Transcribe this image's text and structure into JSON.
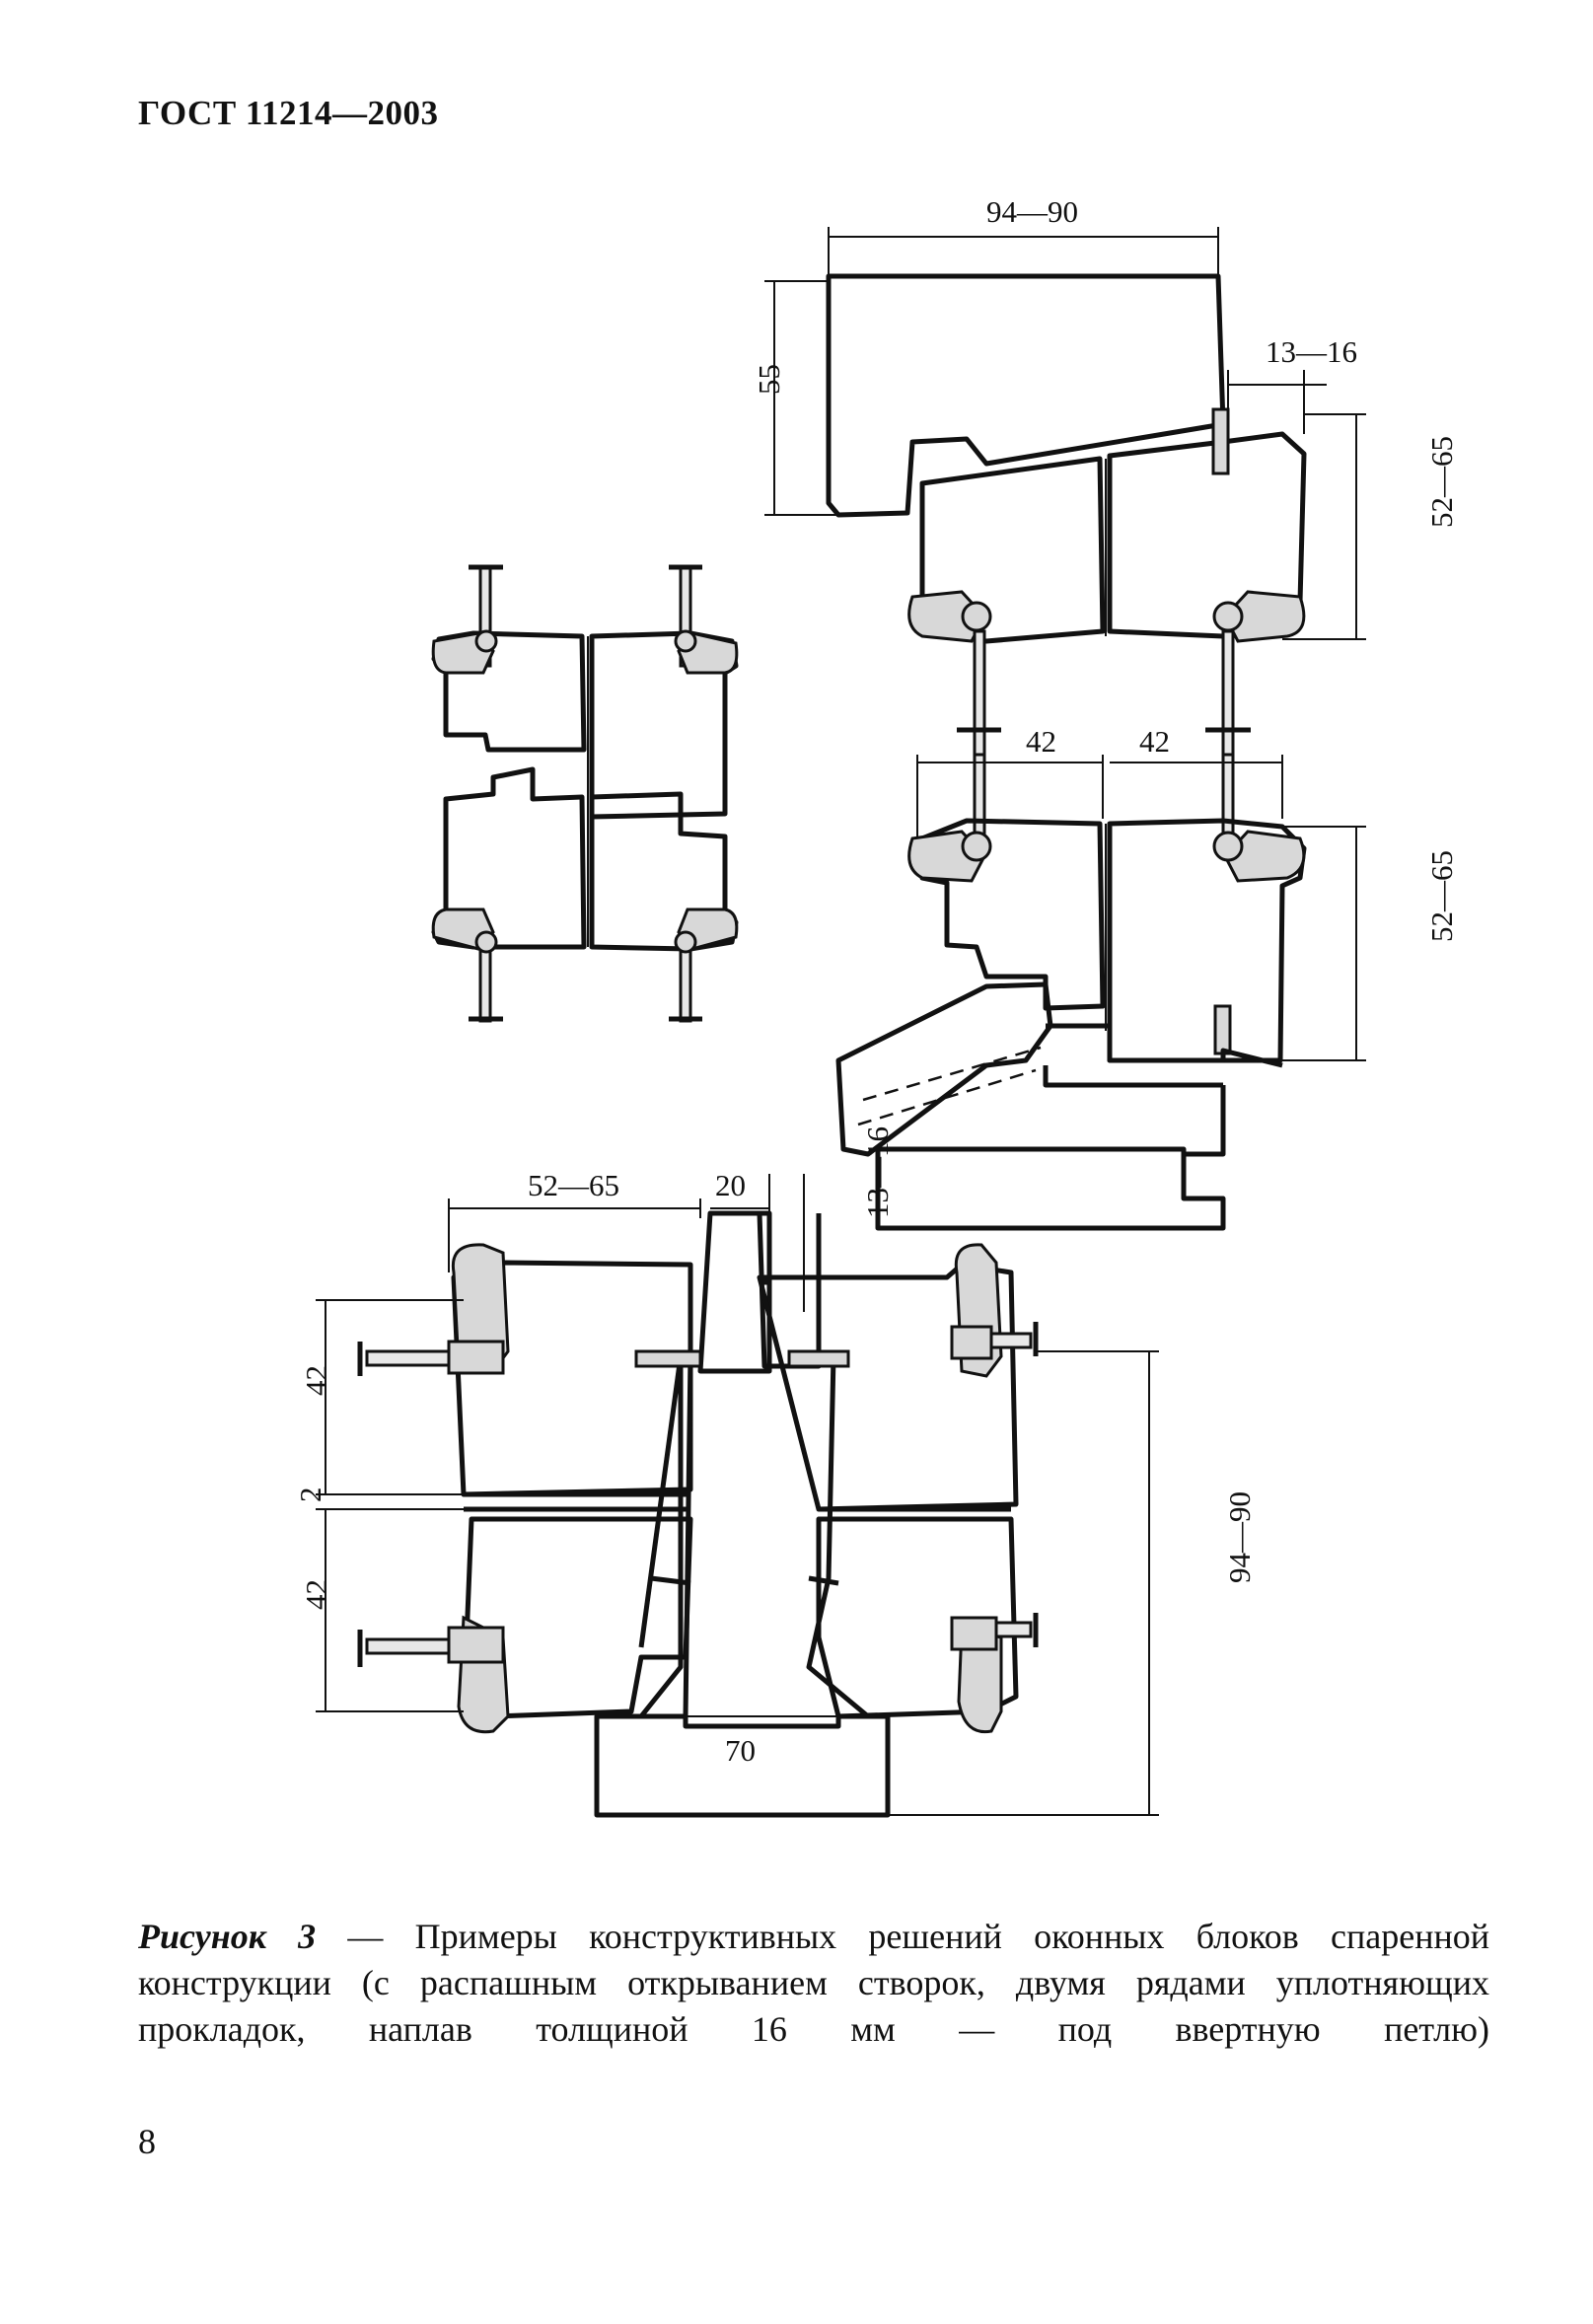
{
  "document": {
    "header": "ГОСТ 11214—2003",
    "page_number": "8"
  },
  "figure": {
    "dimensions": {
      "top_width": "94—90",
      "top_height": "55",
      "top_overlap": "13—16",
      "upper_right_height": "52—65",
      "sash_left_width": "42",
      "sash_right_width": "42",
      "lower_right_height": "52—65",
      "bottom_width": "52—65",
      "bottom_gap": "20",
      "bottom_overlap": "13—16",
      "left_upper": "42",
      "left_gap": "2",
      "left_lower": "42",
      "bottom_base": "70",
      "right_height": "94—90"
    }
  },
  "caption": {
    "lead": "Рисунок 3",
    "dash": " — ",
    "text": "Примеры конструктивных решений оконных блоков спаренной конструкции (с распашным открыванием створок, двумя рядами уплотняющих прокладок, наплав толщиной 16 мм — под ввертную петлю)"
  }
}
